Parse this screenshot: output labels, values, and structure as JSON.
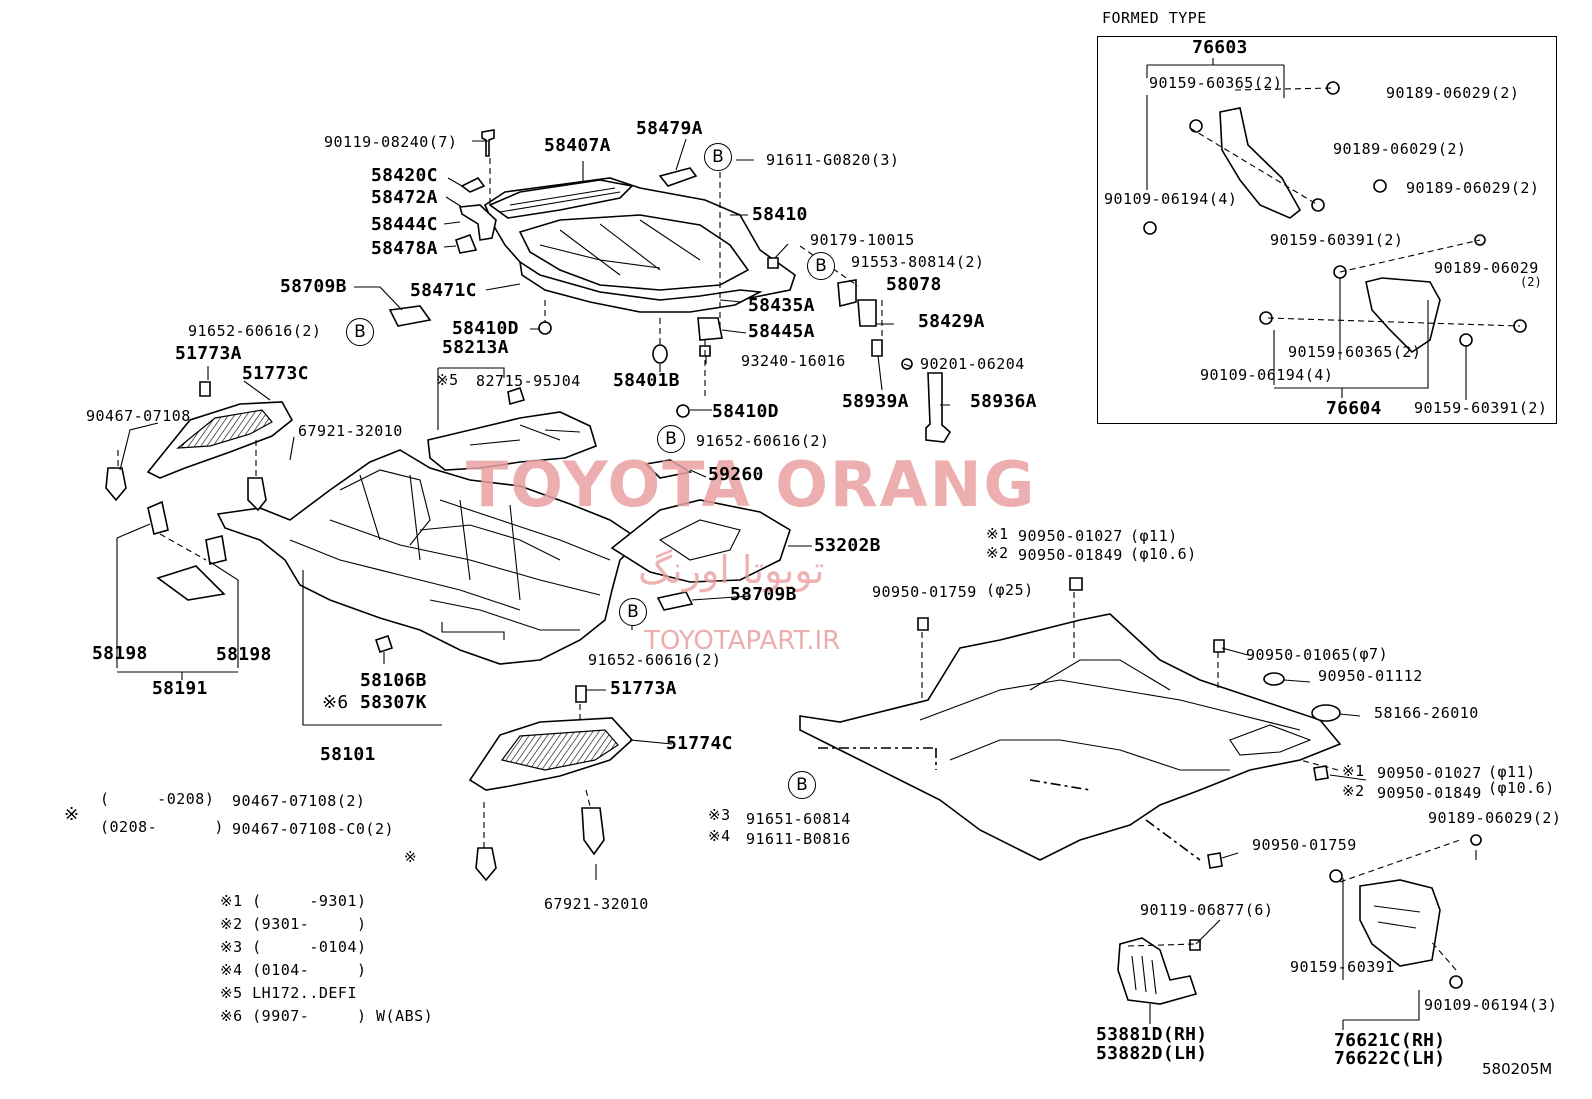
{
  "formed_type": {
    "title": "FORMED TYPE",
    "labels": {
      "p76603": "76603",
      "p90159_60365_2": "90159-60365(2)",
      "p90189_06029_2a": "90189-06029(2)",
      "p90189_06029_2b": "90189-06029(2)",
      "p90189_06029_2c": "90189-06029(2)",
      "p90109_06194_4a": "90109-06194(4)",
      "p90159_60391_2a": "90159-60391(2)",
      "p90189_06029": "90189-06029",
      "p90189_qty": "(2)",
      "p90159_60365_2b": "90159-60365(2)",
      "p90109_06194_4b": "90109-06194(4)",
      "p76604": "76604",
      "p90159_60391_2b": "90159-60391(2)"
    }
  },
  "labels": {
    "p90119_08240": "90119-08240(7)",
    "p58407A": "58407A",
    "p58479A": "58479A",
    "p91611_G0820": "91611-G0820(3)",
    "p58420C": "58420C",
    "p58472A": "58472A",
    "p58444C": "58444C",
    "p58478A": "58478A",
    "p58410": "58410",
    "p90179_10015": "90179-10015",
    "p91553_80814": "91553-80814(2)",
    "p58709B_top": "58709B",
    "p58471C": "58471C",
    "p58078": "58078",
    "p58435A": "58435A",
    "p58429A": "58429A",
    "p91652_60616_left": "91652-60616(2)",
    "p58410D_a": "58410D",
    "p58445A": "58445A",
    "p51773A_a": "51773A",
    "p58213A": "58213A",
    "p93240_16016": "93240-16016",
    "p90201_06204": "90201-06204",
    "p51773C": "51773C",
    "p82715_95J04": "82715-95J04",
    "p58401B": "58401B",
    "p58939A": "58939A",
    "p58936A": "58936A",
    "p90467_07108": "90467-07108",
    "p58410D_b": "58410D",
    "p67921_32010_a": "67921-32010",
    "p91652_60616_mid": "91652-60616(2)",
    "p59260": "59260",
    "p53202B": "53202B",
    "p58709B_mid": "58709B",
    "p91652_60616_low": "91652-60616(2)",
    "p58198_l": "58198",
    "p58198_r": "58198",
    "p58191": "58191",
    "p58106B": "58106B",
    "p58307K": "58307K",
    "p58101": "58101",
    "p51773A_b": "51773A",
    "p51774C": "51774C",
    "p67921_32010_b": "67921-32010",
    "p90950_01027_a": "90950-01027",
    "p90950_01849_a": "90950-01849",
    "p90950_01759_a": "90950-01759",
    "p90950_01065": "90950-01065",
    "p90950_01112": "90950-01112",
    "p58166_26010": "58166-26010",
    "p90950_01027_b": "90950-01027",
    "p90950_01849_b": "90950-01849",
    "p90189_06029_r": "90189-06029(2)",
    "p91651_60814": "91651-60814",
    "p91611_B0816": "91611-B0816",
    "p90950_01759_b": "90950-01759",
    "p90119_06877": "90119-06877(6)",
    "p90159_60391": "90159-60391",
    "p90109_06194_3": "90109-06194(3)",
    "p53881D": "53881D(RH)",
    "p53882D": "53882D(LH)",
    "p76621C": "76621C(RH)",
    "p76622C": "76622C(LH)",
    "ref": "580205M"
  },
  "marks": {
    "note": "※",
    "n1": "※1",
    "n2": "※2",
    "n3": "※3",
    "n4": "※4",
    "n5": "※5",
    "n6": "※6",
    "phi11": "(φ11)",
    "phi10_6": "(φ10.6)",
    "phi25": "(φ25)",
    "phi7": "(φ7)",
    "b": "B"
  },
  "footnotes": {
    "range_a": "(     -0208)",
    "part_a": "90467-07108(2)",
    "range_b": "(0208-      )",
    "part_b": "90467-07108-C0(2)",
    "f1": "※1 (     -9301)",
    "f2": "※2 (9301-     )",
    "f3": "※3 (     -0104)",
    "f4": "※4 (0104-     )",
    "f5": "※5 LH172..DEFI",
    "f6": "※6 (9907-     ) W(ABS)"
  },
  "watermark": {
    "main": "TOYOTA ORANG",
    "arabic": "تویوتا اورنگ",
    "site": "TOYOTAPART.IR"
  }
}
